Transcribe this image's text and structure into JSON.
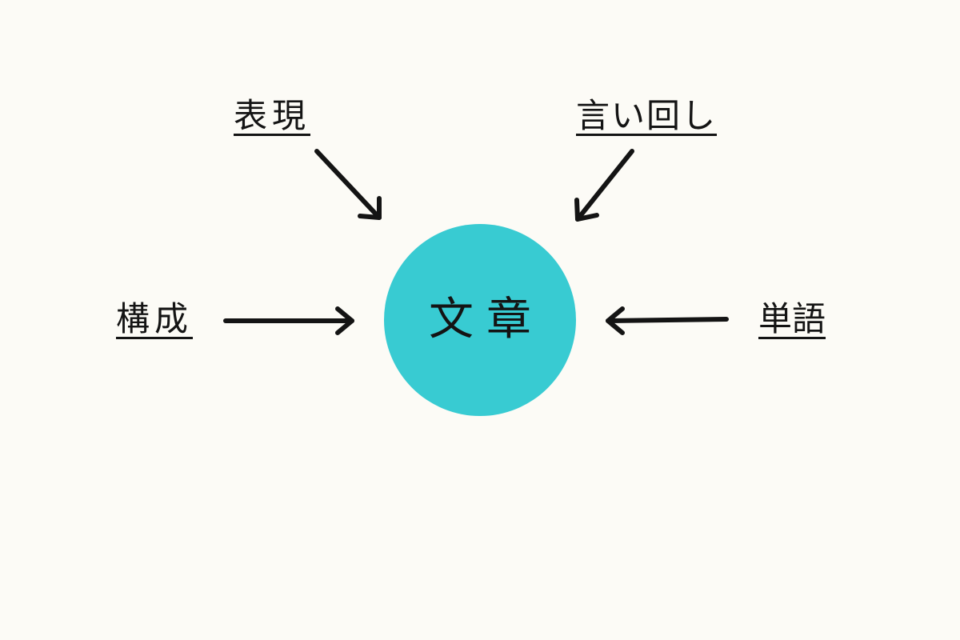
{
  "colors": {
    "background": "#fcfbf6",
    "circle": "#38cbd2",
    "ink": "#141414"
  },
  "center": {
    "label": "文章"
  },
  "nodes": {
    "expression": "表現",
    "phrasing": "言い回し",
    "structure": "構成",
    "words": "単語"
  }
}
